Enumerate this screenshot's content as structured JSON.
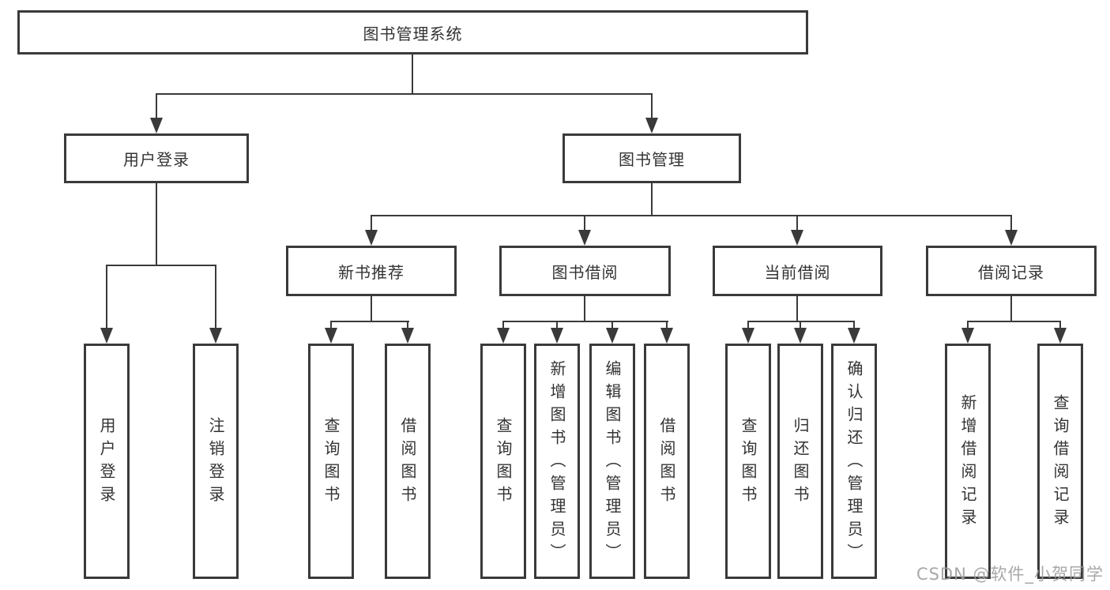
{
  "diagram": {
    "root": {
      "label": "图书管理系统"
    },
    "level2": [
      {
        "label": "用户登录",
        "children": [
          {
            "label": "用户登录"
          },
          {
            "label": "注销登录"
          }
        ]
      },
      {
        "label": "图书管理",
        "children": [
          {
            "label": "新书推荐",
            "children": [
              {
                "label": "查询图书"
              },
              {
                "label": "借阅图书"
              }
            ]
          },
          {
            "label": "图书借阅",
            "children": [
              {
                "label": "查询图书"
              },
              {
                "label": "新增图书（管理员）"
              },
              {
                "label": "编辑图书（管理员）"
              },
              {
                "label": "借阅图书"
              }
            ]
          },
          {
            "label": "当前借阅",
            "children": [
              {
                "label": "查询图书"
              },
              {
                "label": "归还图书"
              },
              {
                "label": "确认归还（管理员）"
              }
            ]
          },
          {
            "label": "借阅记录",
            "children": [
              {
                "label": "新增借阅记录"
              },
              {
                "label": "查询借阅记录"
              }
            ]
          }
        ]
      }
    ]
  },
  "watermark": {
    "text": "CSDN @软件_小贺同学"
  },
  "colors": {
    "line": "#3a3a3a",
    "text": "#333333",
    "background": "#ffffff",
    "watermark": "#9e9e9e"
  }
}
